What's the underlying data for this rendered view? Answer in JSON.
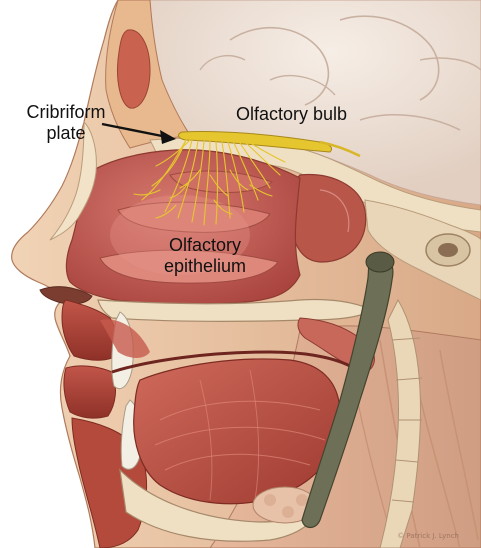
{
  "figure": {
    "labels": {
      "cribriform_line1": "Cribriform",
      "cribriform_line2": "plate",
      "olfactory_bulb": "Olfactory bulb",
      "epithelium_line1": "Olfactory",
      "epithelium_line2": "epithelium"
    },
    "watermark": "© Patrick J. Lynch",
    "colors": {
      "background": "#ffffff",
      "skin": "#e9c4a2",
      "muscle": "#b44a3c",
      "nasal_cavity": "#c5615a",
      "bone": "#efe0c4",
      "brain": "#f0e6dc",
      "nerve": "#e6c62e",
      "label_text": "#111111"
    }
  }
}
